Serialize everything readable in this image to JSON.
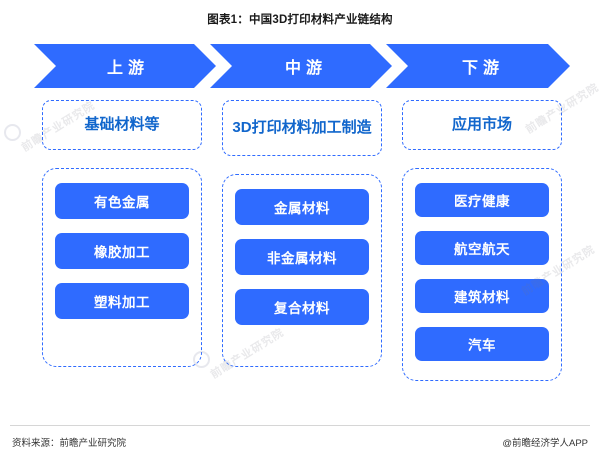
{
  "title": "图表1：中国3D打印材料产业链结构",
  "arrows": [
    {
      "label": "上游"
    },
    {
      "label": "中游"
    },
    {
      "label": "下游"
    }
  ],
  "columns": [
    {
      "head": "基础材料等",
      "items": [
        "有色金属",
        "橡胶加工",
        "塑料加工"
      ]
    },
    {
      "head": "3D打印材料加工制造",
      "items": [
        "金属材料",
        "非金属材料",
        "复合材料"
      ]
    },
    {
      "head": "应用市场",
      "items": [
        "医疗健康",
        "航空航天",
        "建筑材料",
        "汽车"
      ]
    }
  ],
  "footer": {
    "source": "资料来源：前瞻产业研究院",
    "brand": "@前瞻经济学人APP"
  },
  "watermarks": [
    "前瞻产业研究院",
    "前瞻产业研究院",
    "前瞻产业研究院",
    "前瞻产业研究院"
  ],
  "colors": {
    "accent": "#2f6bff",
    "head_text": "#1166cc",
    "background": "#ffffff"
  }
}
